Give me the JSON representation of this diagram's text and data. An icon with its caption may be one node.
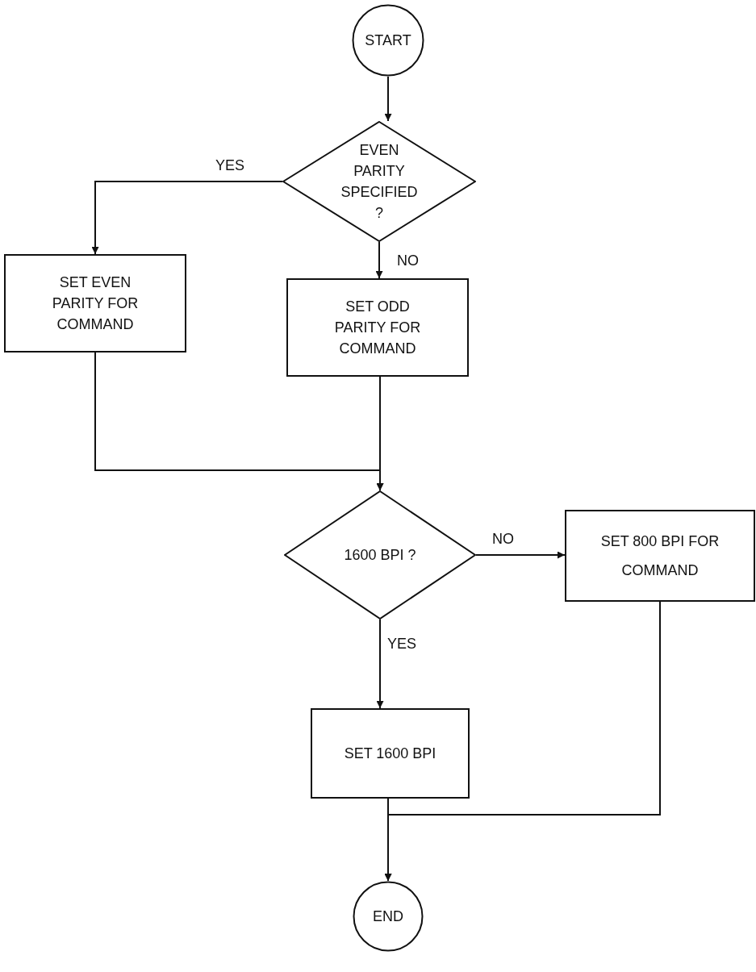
{
  "diagram": {
    "nodes": [
      {
        "text": [
          "START"
        ]
      },
      {
        "text": [
          "EVEN PARITY SPECIFIED ?"
        ]
      },
      {
        "text": [
          "SET EVEN PARITY FOR COMMAND"
        ]
      },
      {
        "text": [
          "SET ODD PARITY FOR COMMAND"
        ]
      },
      {
        "text": [
          "1600 BPI ?"
        ]
      },
      {
        "text": [
          "SET 800 BPI FOR COMMAND"
        ]
      },
      {
        "text": [
          "SET 1600 BPI"
        ]
      },
      {
        "text": [
          "END"
        ]
      }
    ],
    "edges": [
      {
        "from": 0,
        "to": 1,
        "arrow": "to"
      },
      {
        "from": 1,
        "to": 2,
        "arrow": "to",
        "label": "YES"
      },
      {
        "from": 1,
        "to": 3,
        "arrow": "to",
        "label": "NO"
      },
      {
        "from": 2,
        "to": 4,
        "arrow": "to"
      },
      {
        "from": 3,
        "to": 4,
        "arrow": "to"
      },
      {
        "from": 4,
        "to": 5,
        "arrow": "to",
        "label": "NO"
      },
      {
        "from": 4,
        "to": 6,
        "arrow": "to",
        "label": "YES"
      },
      {
        "from": 6,
        "to": 7,
        "arrow": "to"
      },
      {
        "from": 5,
        "to": 7,
        "arrow": "to"
      }
    ]
  }
}
